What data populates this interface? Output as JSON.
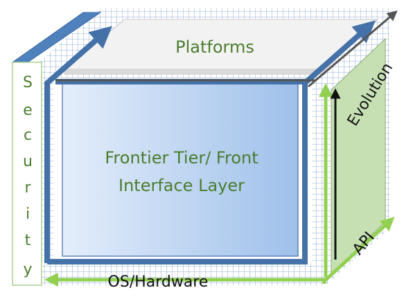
{
  "labels": {
    "top_face": "Platforms",
    "front_face": [
      "Frontier Tier/ Front",
      "Interface Layer"
    ],
    "side_bar": [
      "S",
      "e",
      "c",
      "u",
      "r",
      "i",
      "t",
      "y"
    ],
    "right_arrow": "Evolution",
    "bottom_edge": "OS/Hardware",
    "right_bottom": "API"
  },
  "colors": {
    "frame_blue": "#4472a8",
    "green_arrow": "#92d050",
    "text_green": "#4a7d2e",
    "grid_blue": "#4f81bd",
    "side_panel": "#c6e0b4"
  }
}
